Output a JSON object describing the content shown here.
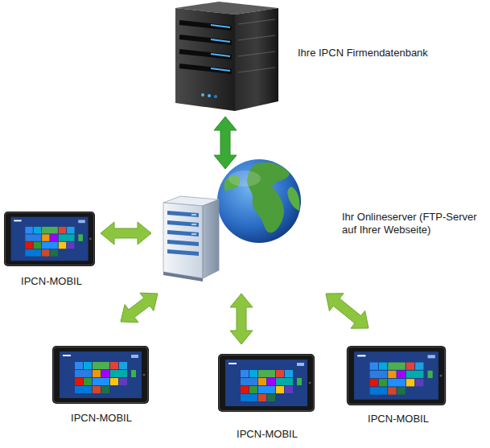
{
  "diagram": {
    "nodes": [
      {
        "text": [
          "Ihre IPCN Firmendatenbank"
        ]
      },
      {
        "text": [
          "Ihr Onlineserver (FTP-Server auf Ihrer Webseite)"
        ]
      },
      {
        "text": [
          "IPCN-MOBIL"
        ]
      },
      {
        "text": [
          "IPCN-MOBIL"
        ]
      },
      {
        "text": [
          "IPCN-MOBIL"
        ]
      },
      {
        "text": [
          "IPCN-MOBIL"
        ]
      }
    ],
    "edges": [
      {
        "from": 0,
        "to": 1,
        "arrow": "both"
      },
      {
        "from": 1,
        "to": 2,
        "arrow": "both"
      },
      {
        "from": 1,
        "to": 3,
        "arrow": "both"
      },
      {
        "from": 1,
        "to": 4,
        "arrow": "both"
      },
      {
        "from": 1,
        "to": 5,
        "arrow": "both"
      }
    ]
  }
}
